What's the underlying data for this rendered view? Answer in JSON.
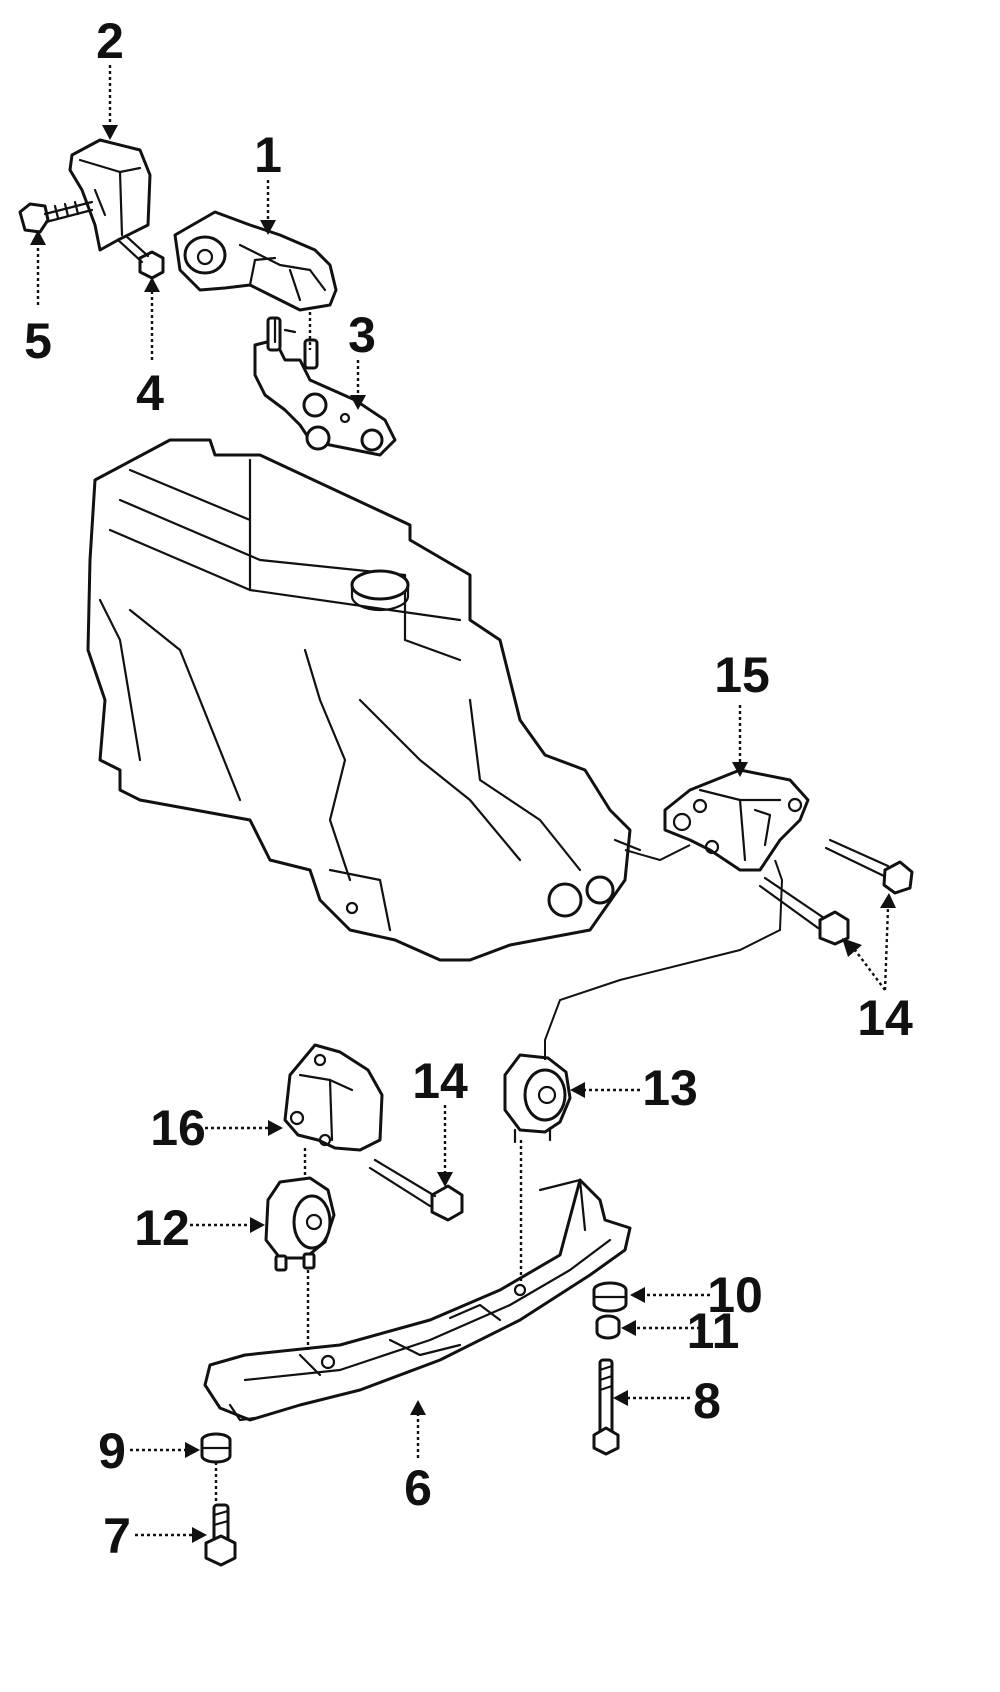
{
  "callouts": [
    "1",
    "2",
    "3",
    "4",
    "5",
    "6",
    "7",
    "8",
    "9",
    "10",
    "11",
    "12",
    "13",
    "14",
    "14",
    "15",
    "16"
  ],
  "colors": {
    "ink": "#111111",
    "paper": "#ffffff"
  }
}
